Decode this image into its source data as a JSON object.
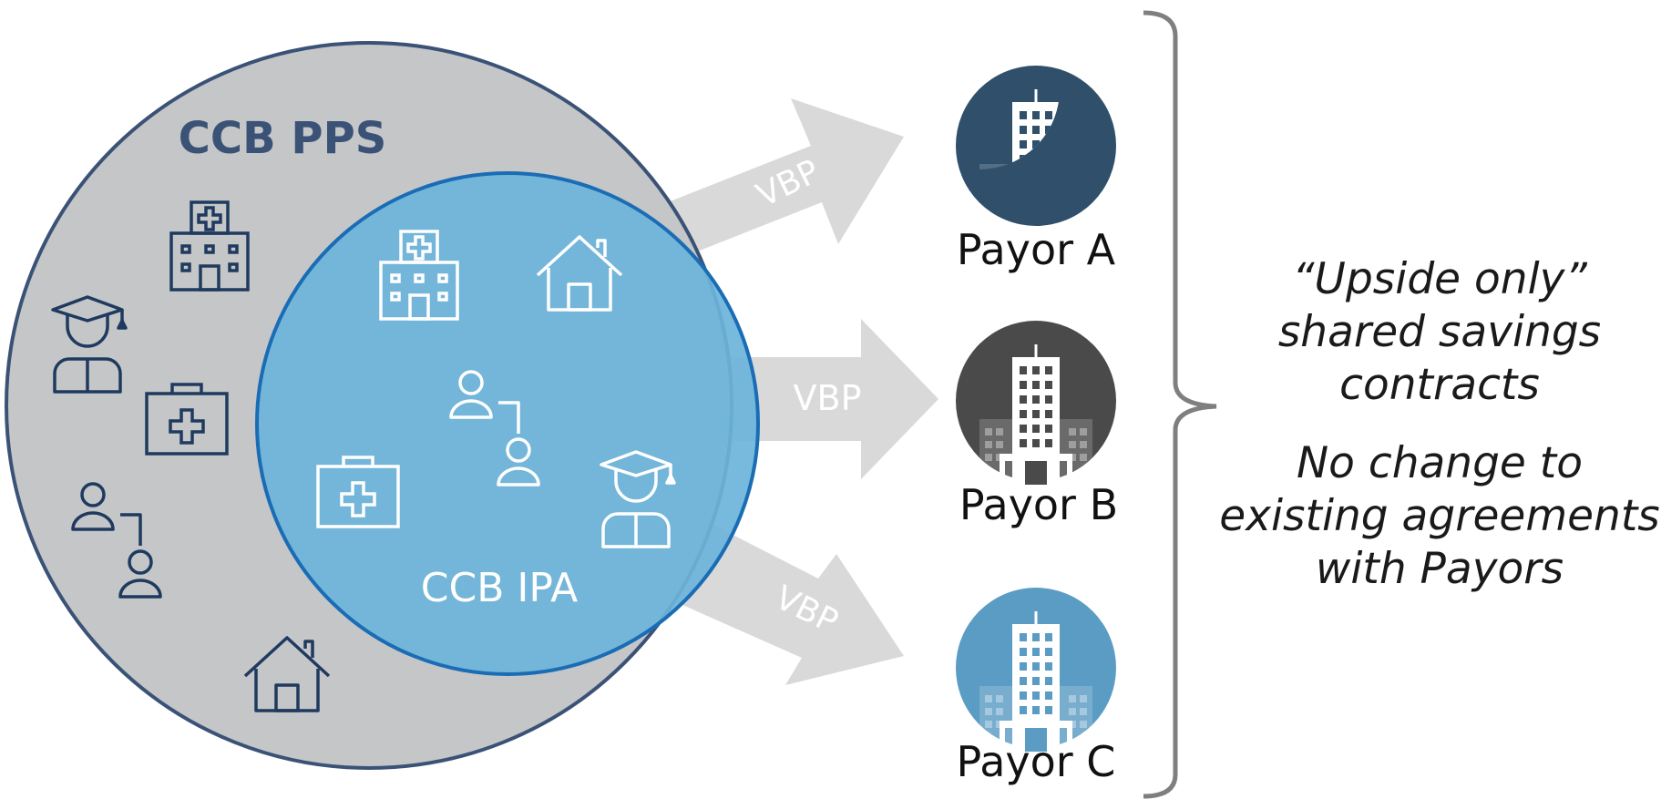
{
  "diagram": {
    "outer_group_label": "CCB PPS",
    "inner_group_label": "CCB IPA",
    "arrow_labels": [
      "VBP",
      "VBP",
      "VBP"
    ],
    "payors": [
      {
        "label": "Payor A",
        "icon": "building-icon",
        "color": "#2f4f6a"
      },
      {
        "label": "Payor B",
        "icon": "building-icon",
        "color": "#4a4a4a"
      },
      {
        "label": "Payor C",
        "icon": "building-icon",
        "color": "#5b9cc4"
      }
    ],
    "notes": {
      "contract_type": [
        "“Upside only”",
        "shared savings",
        "contracts"
      ],
      "agreements": [
        "No change to",
        "existing agreements",
        "with Payors"
      ]
    }
  },
  "colors": {
    "outer_fill": "#c5c6c8",
    "outer_stroke": "#3b5277",
    "inner_fill": "#6db4da",
    "inner_stroke": "#1a6db5",
    "outer_icon": "#1f3a5f",
    "inner_icon": "#ffffff",
    "arrow": "#d9d9d9",
    "brace": "#7f7f7f"
  }
}
